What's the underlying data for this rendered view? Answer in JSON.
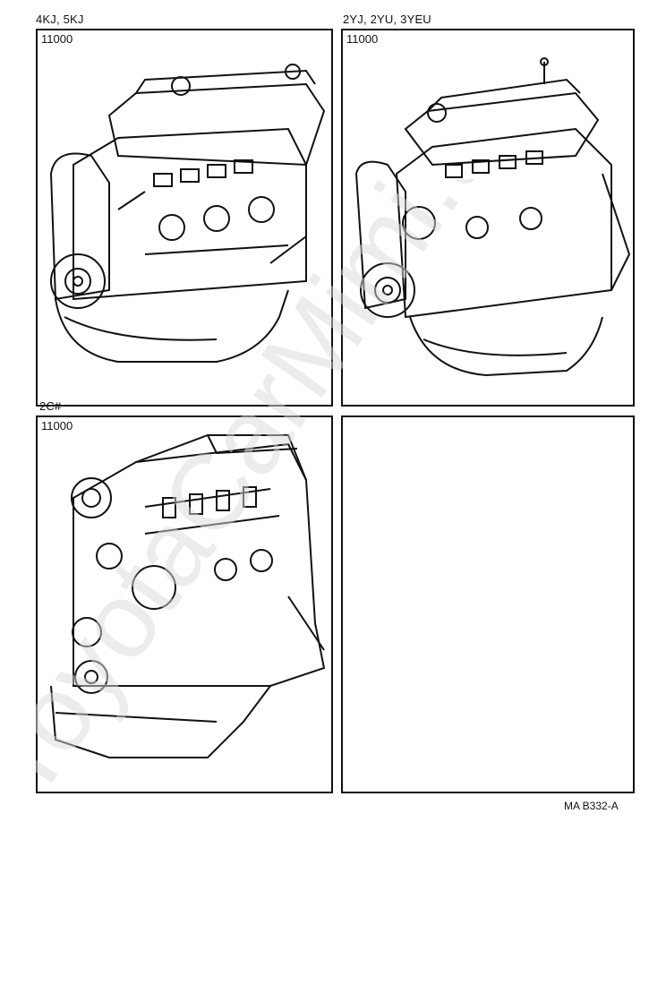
{
  "panels": [
    {
      "heading": "4KJ, 5KJ",
      "part_number": "11000",
      "drawing": "engine-assembly-4kj-5kj"
    },
    {
      "heading": "2YJ, 2YU, 3YEU",
      "part_number": "11000",
      "drawing": "engine-assembly-2yj-2yu-3yeu"
    },
    {
      "heading": "2C#",
      "part_number": "11000",
      "drawing": "engine-assembly-2c"
    },
    {
      "heading": "",
      "part_number": "",
      "drawing": ""
    }
  ],
  "figure_code": "MA B332-A",
  "watermark": "ToyotaCarMimi.u"
}
